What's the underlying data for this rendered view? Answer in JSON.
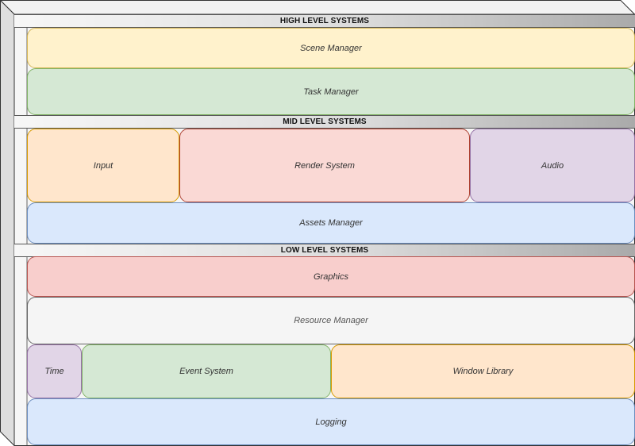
{
  "sections": {
    "high": {
      "title": "HIGH LEVEL SYSTEMS",
      "scene_manager": "Scene Manager",
      "task_manager": "Task Manager"
    },
    "mid": {
      "title": "MID LEVEL SYSTEMS",
      "input": "Input",
      "render_system": "Render System",
      "audio": "Audio",
      "assets_manager": "Assets Manager"
    },
    "low": {
      "title": "LOW LEVEL SYSTEMS",
      "graphics": "Graphics",
      "resource_manager": "Resource Manager",
      "time": "Time",
      "event_system": "Event System",
      "window_library": "Window Library",
      "logging": "Logging"
    }
  },
  "colors": {
    "yellow": "#fff2cc",
    "green": "#d5e8d4",
    "orange": "#ffe6cc",
    "red_light": "#fad9d5",
    "red": "#f8cecc",
    "purple": "#e1d5e7",
    "blue": "#dae8fc",
    "grey": "#f5f5f5"
  }
}
